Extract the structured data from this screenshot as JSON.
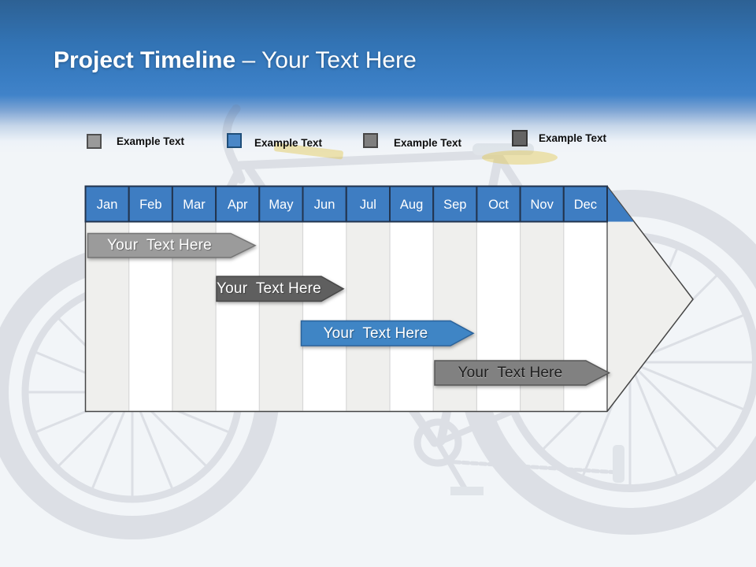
{
  "slide": {
    "title": {
      "bold": "Project Timeline ",
      "regular": "– Your Text Here"
    }
  },
  "legend": {
    "items": [
      {
        "label": "Example Text",
        "swatch_color": "#9A9A9A"
      },
      {
        "label": "Example Text",
        "swatch_color": "#4A87C7"
      },
      {
        "label": "Example Text",
        "swatch_color": "#7F7F7F"
      },
      {
        "label": "Example Text",
        "swatch_color": "#646464"
      }
    ]
  },
  "timeline": {
    "header_color": "#3E7DC2",
    "months": [
      "Jan",
      "Feb",
      "Mar",
      "Apr",
      "May",
      "Jun",
      "Jul",
      "Aug",
      "Sep",
      "Oct",
      "Nov",
      "Dec"
    ],
    "bars": [
      {
        "label": "Your  Text Here",
        "fill": "#9B9B9B",
        "text_color": "#FFFFFF",
        "start": "Jan",
        "end": "Mar"
      },
      {
        "label": "Your  Text Here",
        "fill": "#5F5F5F",
        "text_color": "#FFFFFF",
        "start": "Apr",
        "end": "Jun"
      },
      {
        "label": "Your  Text Here",
        "fill": "#3F85C5",
        "text_color": "#FFFFFF",
        "start": "Jun",
        "end": "Sep"
      },
      {
        "label": "Your  Text Here",
        "fill": "#818181",
        "text_color": "#1D1D1D",
        "start": "Sep",
        "end": "Dec"
      }
    ]
  },
  "chart_data": {
    "type": "bar",
    "subtype": "gantt-timeline",
    "title": "Project Timeline – Your Text Here",
    "categories": [
      "Jan",
      "Feb",
      "Mar",
      "Apr",
      "May",
      "Jun",
      "Jul",
      "Aug",
      "Sep",
      "Oct",
      "Nov",
      "Dec"
    ],
    "bars": [
      {
        "label": "Your  Text Here",
        "start": "Jan",
        "end": "Mar",
        "color": "#9B9B9B"
      },
      {
        "label": "Your  Text Here",
        "start": "Apr",
        "end": "Jun",
        "color": "#5F5F5F"
      },
      {
        "label": "Your  Text Here",
        "start": "Jun",
        "end": "Sep",
        "color": "#3F85C5"
      },
      {
        "label": "Your  Text Here",
        "start": "Sep",
        "end": "Dec",
        "color": "#818181"
      }
    ],
    "legend_position": "top",
    "grid": "vertical-month-stripes"
  }
}
